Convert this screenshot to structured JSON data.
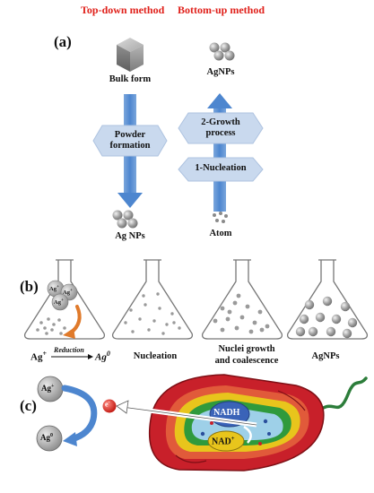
{
  "colors": {
    "header_red": "#e0211b",
    "arrow_blue": "#5b8fcf",
    "hexagon_fill": "#c9d9ee",
    "flask_outline": "#777777",
    "particle_gray": "#9a9a9a",
    "electron_red": "#d7261e",
    "orange_arrow": "#e07a2b",
    "bacterium_red": "#c8202a",
    "bacterium_yellow": "#e8c51c",
    "bacterium_green": "#2f9a3c",
    "bacterium_blue": "#3a63b8",
    "flagellum_green": "#2c7d3a"
  },
  "panel_a": {
    "label": "(a)",
    "top_down": {
      "header": "Top-down method",
      "start_label": "Bulk form",
      "step_label_line1": "Powder",
      "step_label_line2": "formation",
      "end_label": "Ag NPs",
      "start_icon": "cube-icon"
    },
    "bottom_up": {
      "header": "Bottom-up method",
      "end_label": "AgNPs",
      "step2_line1": "2-Growth",
      "step2_line2": "process",
      "step1": "1-Nucleation",
      "start_label": "Atom"
    }
  },
  "panel_b": {
    "label": "(b)",
    "reaction": {
      "reactant": "Ag",
      "reactant_sup": "+",
      "arrow_label": "Reduction",
      "product": "Ag",
      "product_sup": "0"
    },
    "flask_ion_labels": [
      "Ag",
      "Ag",
      "Ag"
    ],
    "flask_ion_sup": "+",
    "stage_labels": {
      "nucleation": "Nucleation",
      "growth_line1": "Nuclei growth",
      "growth_line2": "and coalescence",
      "agnps": "AgNPs"
    }
  },
  "panel_c": {
    "label": "(c)",
    "ag_plus": "Ag",
    "ag_plus_sup": "+",
    "ag_zero": "Ag",
    "ag_zero_sup": "0",
    "electron": "e",
    "electron_sup": "-",
    "nadh": "NADH",
    "nad_plus": "NAD",
    "nad_plus_sup": "+"
  }
}
